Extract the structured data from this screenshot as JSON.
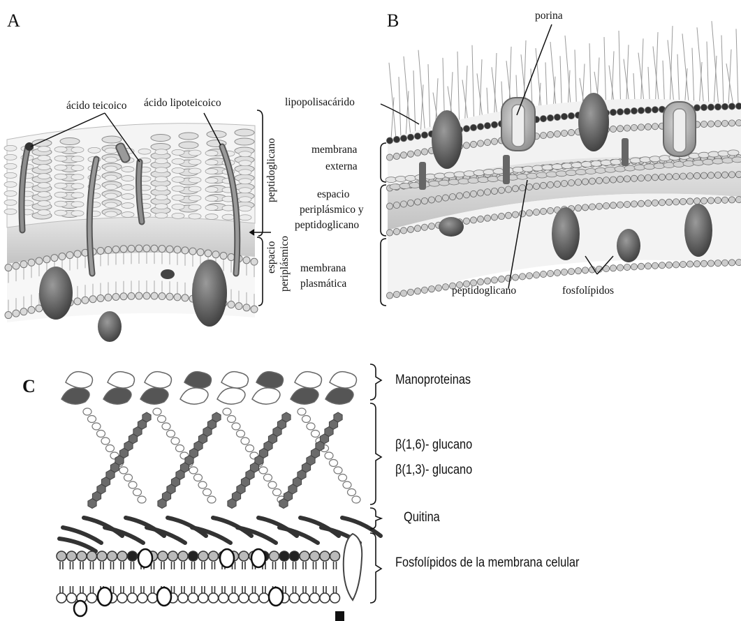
{
  "panel_a": {
    "letter": "A",
    "labels": {
      "teichoic": "ácido teicoico",
      "lipoteichoic": "ácido lipoteicoico",
      "peptidoglycan": "peptidoglicano",
      "periplasmic_1": "espacio",
      "periplasmic_2": "periplásmico",
      "plasma_membrane_1": "membrana",
      "plasma_membrane_2": "plasmática"
    }
  },
  "panel_b": {
    "letter": "B",
    "labels": {
      "porin": "porina",
      "lps": "lipopolisacárido",
      "outer_membrane_1": "membrana",
      "outer_membrane_2": "externa",
      "periplasm_1": "espacio",
      "periplasm_2": "periplásmico y",
      "periplasm_3": "peptidoglicano",
      "peptidoglycan": "peptidoglicano",
      "phospholipids": "fosfolípidos"
    }
  },
  "panel_c": {
    "letter": "C",
    "labels": {
      "mannoproteins": "Manoproteinas",
      "glucan_16": "β(1,6)- glucano",
      "glucan_13": "β(1,3)- glucano",
      "chitin": "Quitina",
      "phospholipids": "Fosfolípidos de la membrana celular"
    }
  },
  "colors": {
    "protein_dark": "#555555",
    "membrane_bead": "#d9d9d9",
    "periplasm_fill": "#cfcfcf",
    "hexagon_dark": "#6b6b6b"
  }
}
